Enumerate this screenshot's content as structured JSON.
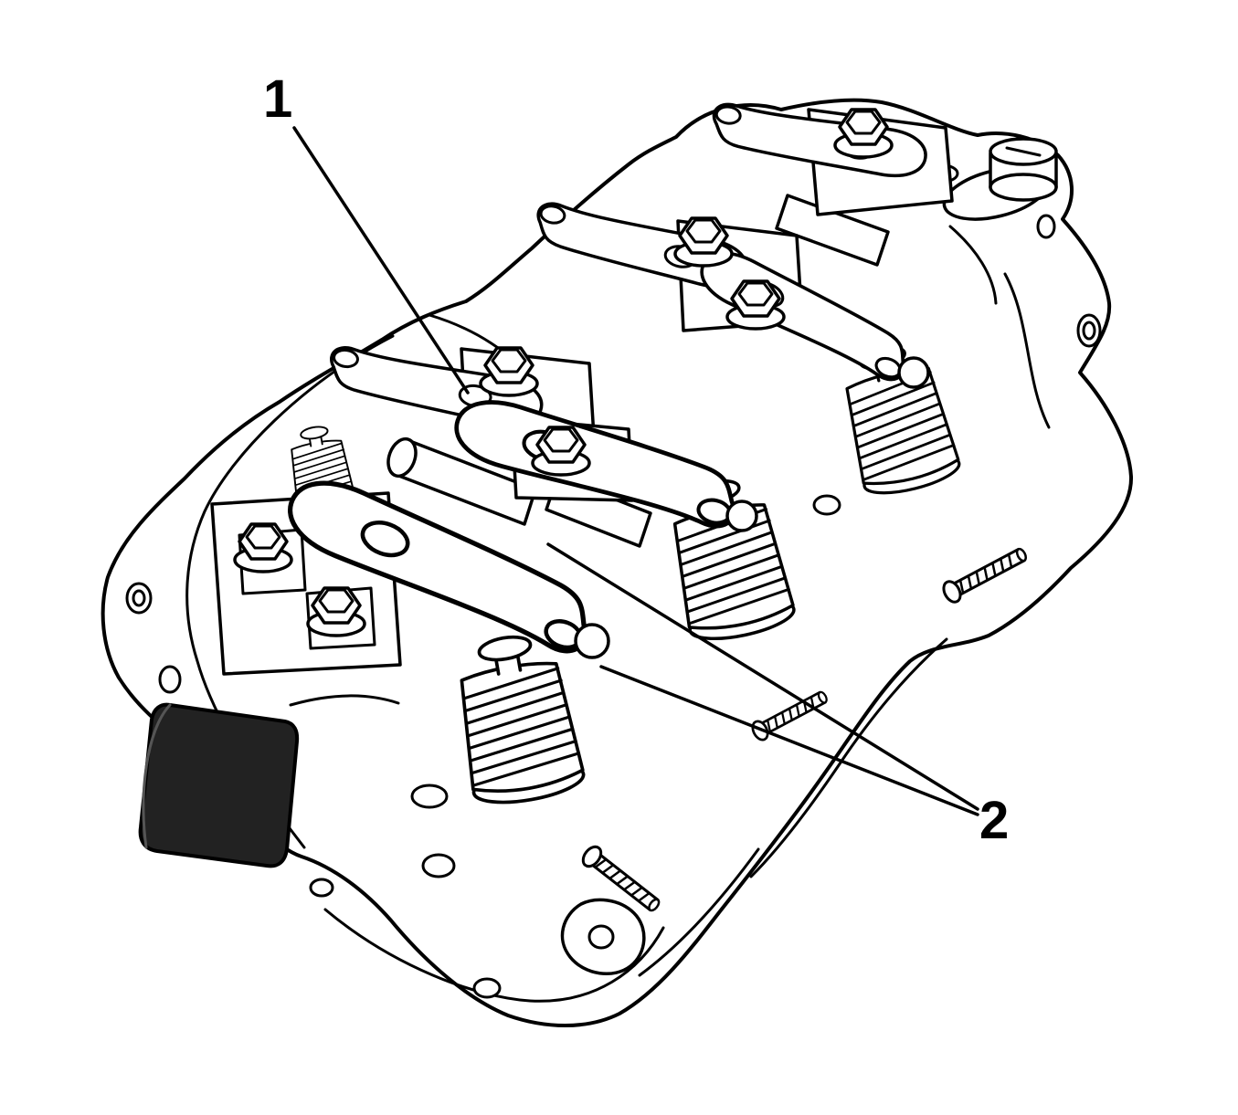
{
  "figure": {
    "type": "technical-line-drawing",
    "subject": "engine-cylinder-head-rocker-arm-assembly",
    "background_color": "#ffffff",
    "line_color": "#000000",
    "callouts": [
      {
        "label": "1"
      },
      {
        "label": "2"
      }
    ]
  }
}
